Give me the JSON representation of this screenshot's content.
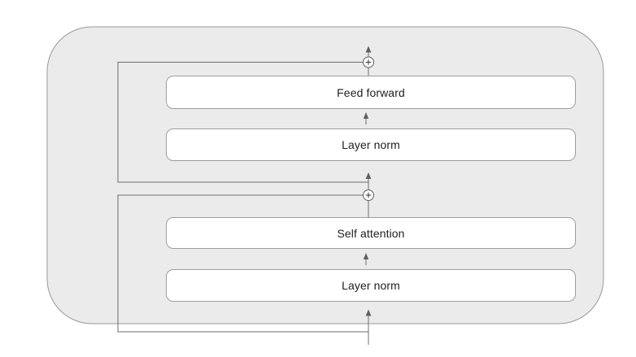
{
  "colors": {
    "canvas_background": "#ffffff",
    "container_fill": "#ebebeb",
    "container_border": "#999999",
    "block_fill": "#ffffff",
    "block_border": "#9e9e9e",
    "connector": "#6e6e6e",
    "label_text": "#212121"
  },
  "diagram": {
    "type": "block-flow-diagram",
    "blocks": [
      {
        "id": "feed-forward",
        "label": "Feed forward"
      },
      {
        "id": "layer-norm-top",
        "label": "Layer norm"
      },
      {
        "id": "self-attention",
        "label": "Self attention"
      },
      {
        "id": "layer-norm-bottom",
        "label": "Layer norm"
      }
    ],
    "operators": [
      {
        "id": "residual-add-top",
        "icon": "plus-circle-icon",
        "symbol": "+"
      },
      {
        "id": "residual-add-bottom",
        "icon": "plus-circle-icon",
        "symbol": "+"
      }
    ],
    "connections": [
      {
        "id": "input-arrow",
        "kind": "arrow-up"
      },
      {
        "id": "residual-skip-bottom",
        "kind": "skip-line"
      },
      {
        "id": "residual-skip-top",
        "kind": "skip-line"
      },
      {
        "id": "output-arrow",
        "kind": "arrow-up"
      }
    ]
  }
}
